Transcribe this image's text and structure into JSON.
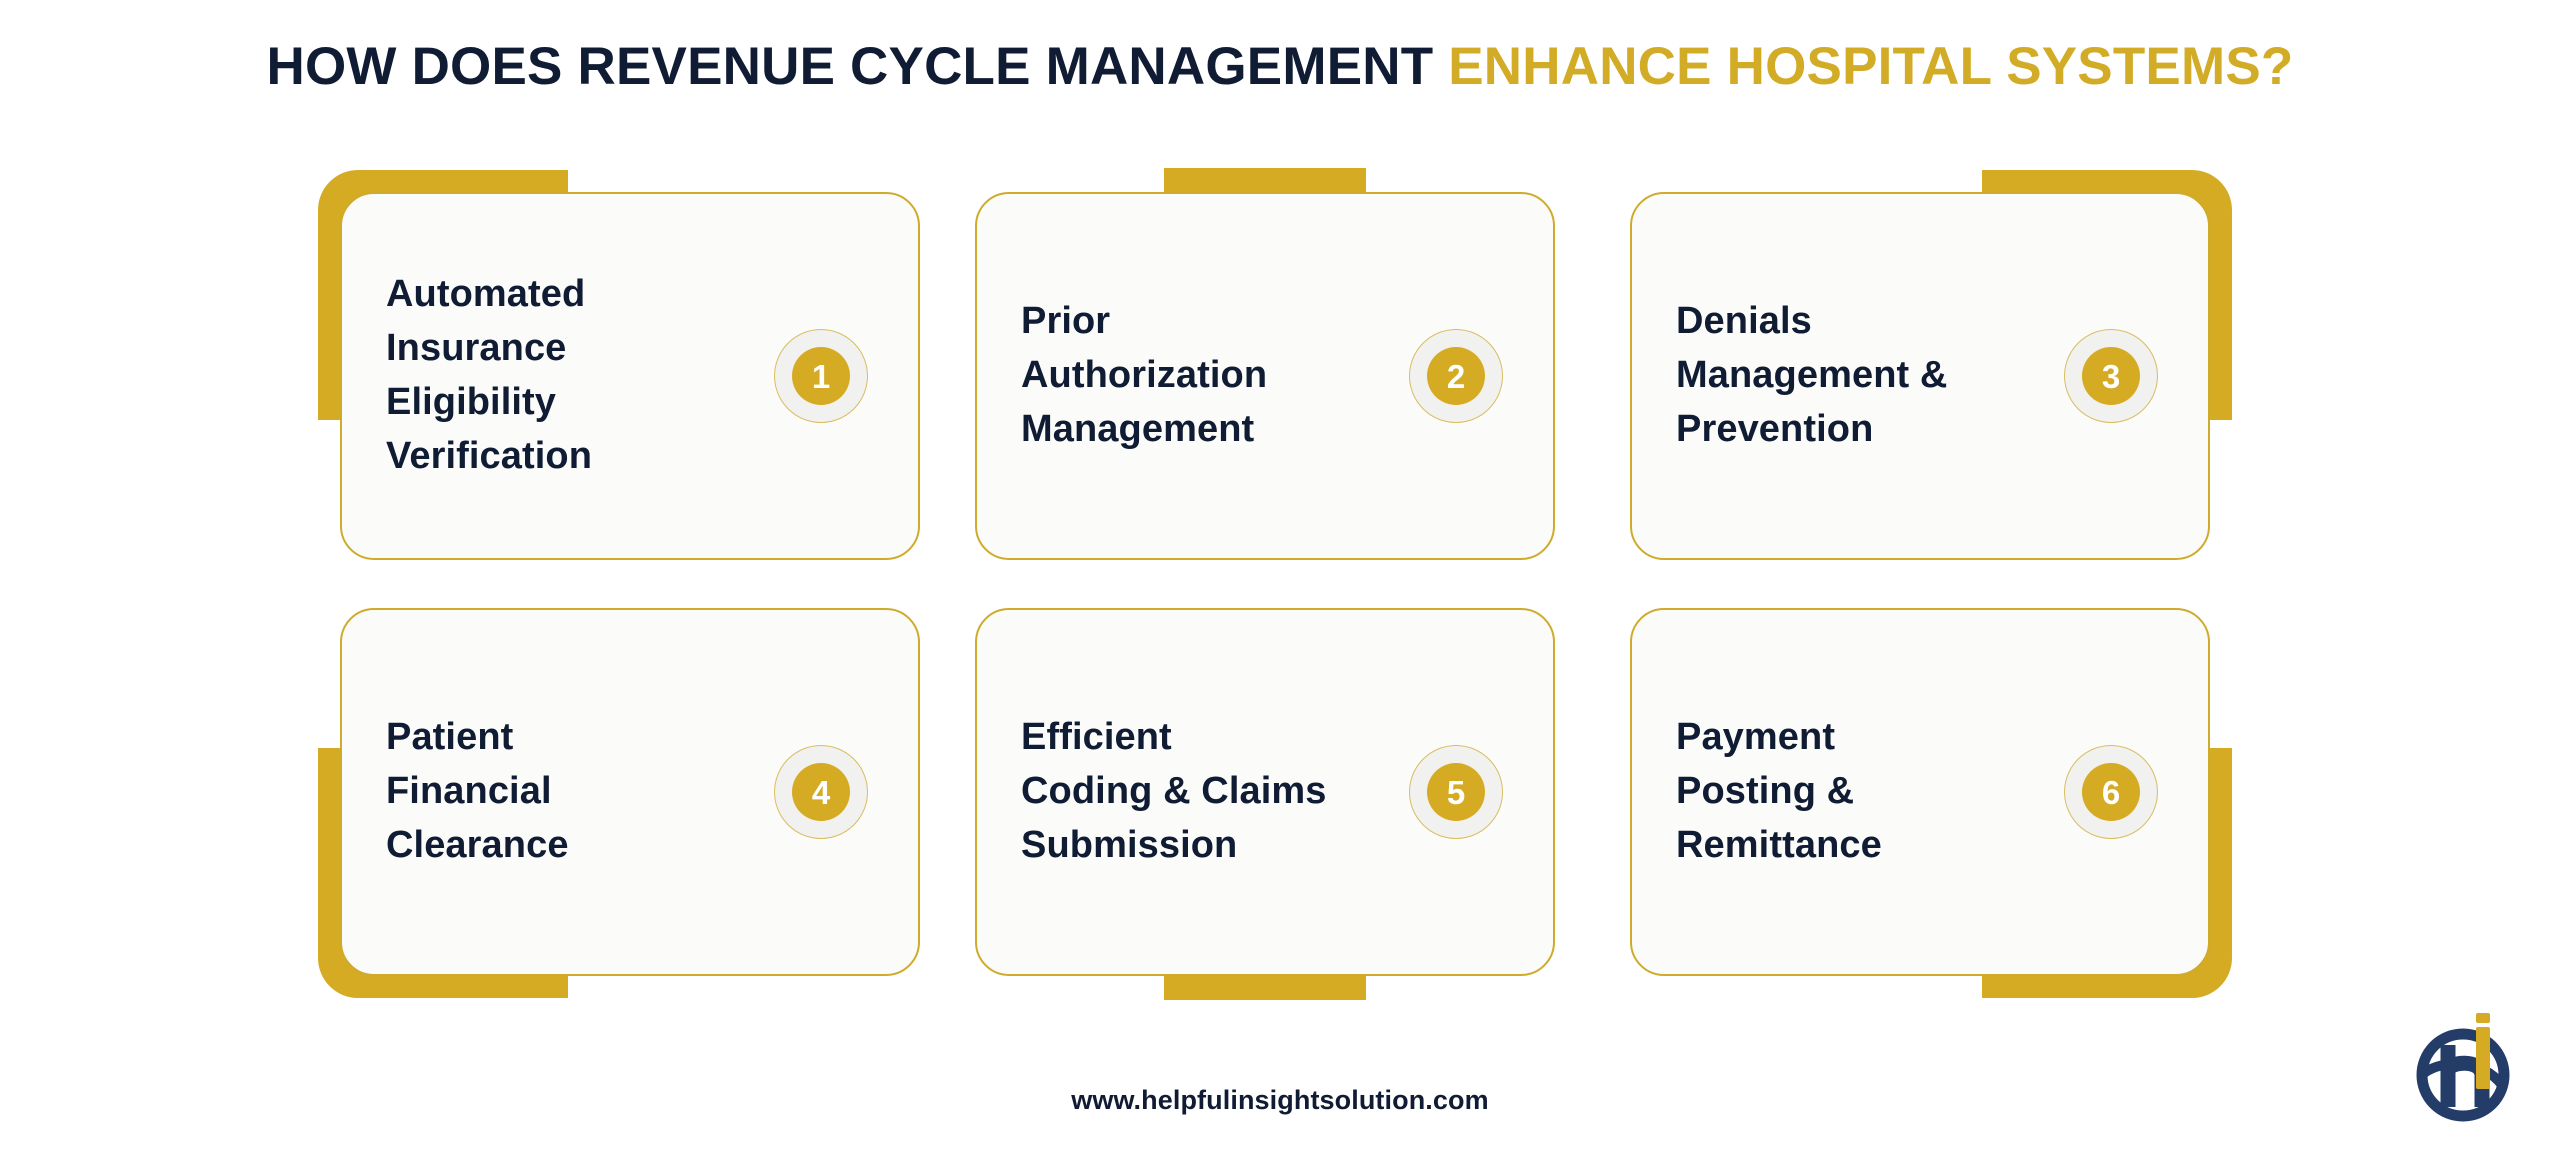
{
  "title": {
    "part_dark": "HOW DOES REVENUE CYCLE MANAGEMENT ",
    "part_gold": "ENHANCE HOSPITAL SYSTEMS?"
  },
  "colors": {
    "gold": "#d4ab22",
    "gold_title": "#d2ac27",
    "navy": "#101c33",
    "card_bg": "#fbfbfa",
    "card_border": "#cfab2c",
    "badge_ring": "#f1f1ef"
  },
  "cards": [
    {
      "number": "1",
      "label": "Automated\nInsurance\nEligibility\nVerification",
      "accent": "bracket-tl"
    },
    {
      "number": "2",
      "label": "Prior\nAuthorization\nManagement",
      "accent": "tab-top"
    },
    {
      "number": "3",
      "label": "Denials\nManagement &\nPrevention",
      "accent": "bracket-tr"
    },
    {
      "number": "4",
      "label": "Patient\nFinancial\nClearance",
      "accent": "bracket-bl"
    },
    {
      "number": "5",
      "label": "Efficient\nCoding & Claims\nSubmission",
      "accent": "tab-bottom"
    },
    {
      "number": "6",
      "label": "Payment\nPosting &\nRemittance",
      "accent": "bracket-br"
    }
  ],
  "footer": {
    "url": "www.helpfulinsightsolution.com"
  },
  "logo": {
    "name": "helpful-insight-solution-logo",
    "ring_color": "#233c68",
    "accent_color": "#d4ab22"
  }
}
